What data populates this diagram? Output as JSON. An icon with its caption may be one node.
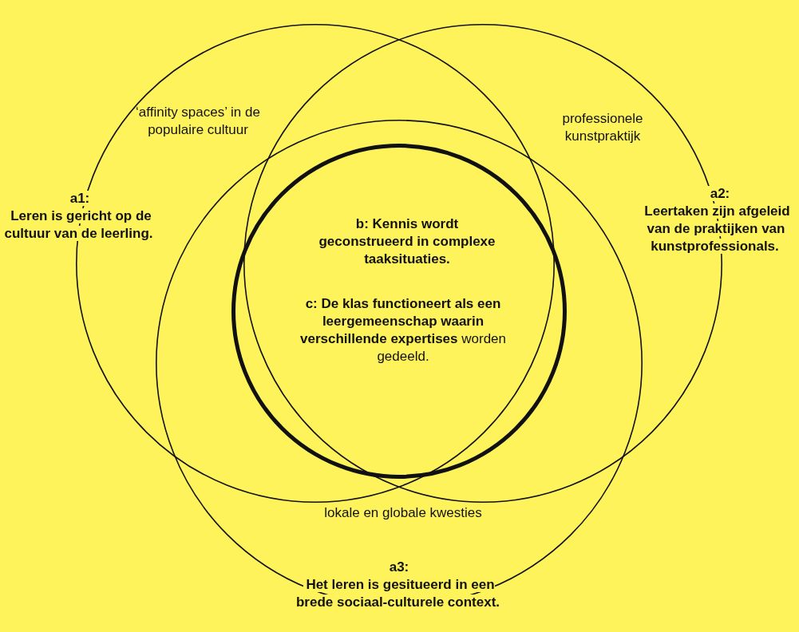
{
  "diagram": {
    "nodes": [
      {
        "text": [
          "‘affinity spaces’ in de populaire cultuur",
          "a1:",
          "Leren is gericht op de cultuur van de leerling."
        ]
      },
      {
        "text": [
          "professionele kunstpraktijk",
          "a2:",
          "Leertaken zijn afgeleid van de praktijken van kunstprofessionals."
        ]
      },
      {
        "text": [
          "lokale en globale kwesties",
          "a3:",
          "Het leren is gesitueerd in een brede sociaal-culturele context."
        ]
      },
      {
        "text": [
          "b: Kennis wordt geconstrueerd in complexe taaksituaties.",
          "**c: De klas functioneert als een leergemeenschap waarin verschillende expertises** worden gedeeld."
        ]
      }
    ]
  }
}
